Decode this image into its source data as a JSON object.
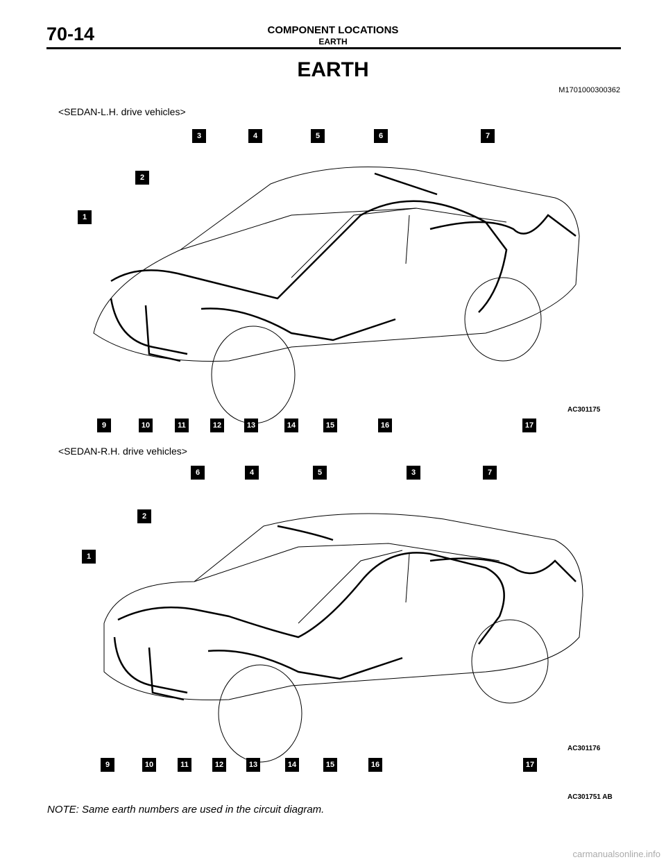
{
  "header": {
    "page_number": "70-14",
    "title": "COMPONENT LOCATIONS",
    "subtitle": "EARTH"
  },
  "page_title": "EARTH",
  "doc_code": "M1701000300362",
  "diagrams": [
    {
      "caption": "<SEDAN-L.H. drive vehicles>",
      "figure_id": "AC301175",
      "top_callouts": [
        "1",
        "2",
        "3",
        "4",
        "5",
        "6",
        "7"
      ],
      "bottom_callouts": [
        "9",
        "10",
        "11",
        "12",
        "13",
        "14",
        "15",
        "16",
        "17"
      ]
    },
    {
      "caption": "<SEDAN-R.H. drive vehicles>",
      "figure_id": "AC301176",
      "top_callouts": [
        "1",
        "2",
        "6",
        "4",
        "5",
        "3",
        "7"
      ],
      "bottom_callouts": [
        "9",
        "10",
        "11",
        "12",
        "13",
        "14",
        "15",
        "16",
        "17"
      ]
    }
  ],
  "overall_figure_id": "AC301751 AB",
  "note": "NOTE: Same earth numbers are used in the circuit diagram.",
  "watermark": "carmanualsonline.info"
}
